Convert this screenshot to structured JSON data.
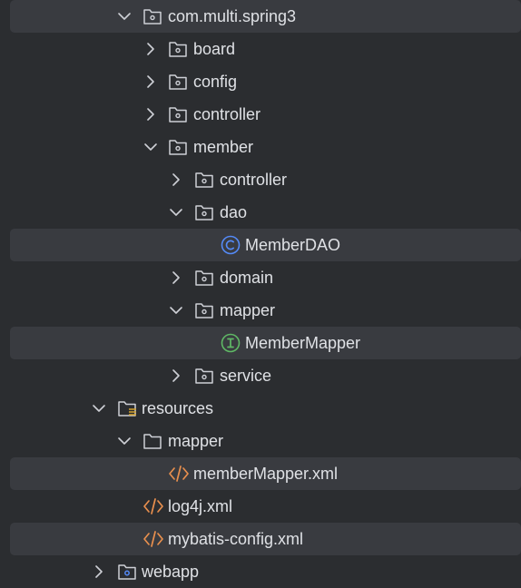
{
  "project_tree": {
    "package_root": "com.multi.spring3",
    "board": "board",
    "config": "config",
    "controller": "controller",
    "member": "member",
    "member_controller": "controller",
    "dao": "dao",
    "member_dao_class": "MemberDAO",
    "domain": "domain",
    "mapper": "mapper",
    "member_mapper_interface": "MemberMapper",
    "service": "service",
    "resources": "resources",
    "resources_mapper": "mapper",
    "member_mapper_xml": "memberMapper.xml",
    "log4j_xml": "log4j.xml",
    "mybatis_config_xml": "mybatis-config.xml",
    "webapp": "webapp"
  },
  "icons": {
    "package": "package-folder-icon",
    "resources": "resources-folder-icon",
    "folder": "folder-icon",
    "class": "class-icon",
    "interface": "interface-icon",
    "xml": "xml-file-icon",
    "web": "web-folder-icon",
    "expanded": "chevron-down-icon",
    "collapsed": "chevron-right-icon"
  },
  "colors": {
    "background": "#2b2d30",
    "selection": "#393b40",
    "text": "#dfe1e5",
    "icon_stroke": "#ced0d6",
    "class_blue": "#548af7",
    "interface_green": "#5fb865",
    "xml_orange": "#e88f4e",
    "resources_yellow": "#d6a32d"
  }
}
